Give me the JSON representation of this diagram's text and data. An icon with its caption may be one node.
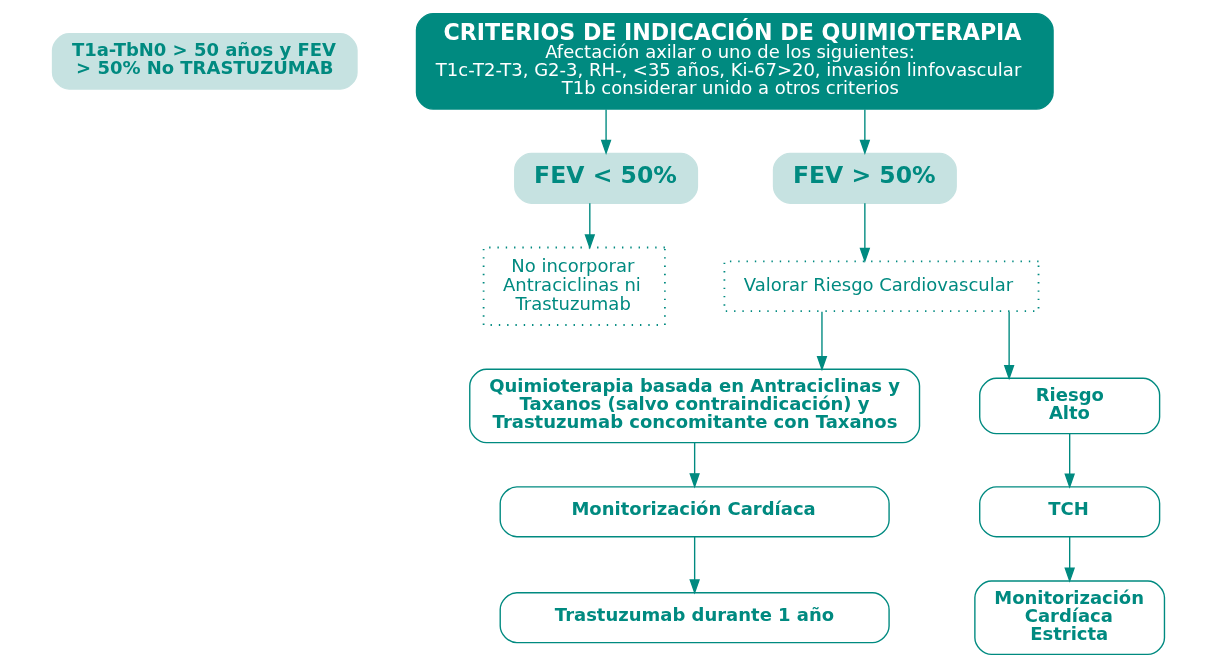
{
  "diagram": {
    "nodes": [
      {
        "text": [
          "T1a-TbN0 > 50 años y FEV > 50% No TRASTUZUMAB"
        ]
      },
      {
        "text": [
          "CRITERIOS DE INDICACIÓN DE QUIMIOTERAPIA",
          "Afectación axilar o uno de los siguientes:",
          "T1c-T2-T3, G2-3, RH-, <35 años, Ki-67>20, invasión linfovascular",
          "T1b considerar unido a otros criterios"
        ]
      },
      {
        "text": [
          "FEV < 50%"
        ]
      },
      {
        "text": [
          "FEV > 50%"
        ]
      },
      {
        "text": [
          "No incorporar Antraciclinas ni Trastuzumab"
        ]
      },
      {
        "text": [
          "Valorar Riesgo Cardiovascular"
        ]
      },
      {
        "text": [
          "Quimioterapia basada en Antraciclinas y Taxanos (salvo contraindicación) y Trastuzumab concomitante con Taxanos"
        ]
      },
      {
        "text": [
          "Riesgo Alto"
        ]
      },
      {
        "text": [
          "Monitorización Cardíaca"
        ]
      },
      {
        "text": [
          "TCH"
        ]
      },
      {
        "text": [
          "Trastuzumab durante 1 año"
        ]
      },
      {
        "text": [
          "Monitorización Cardíaca Estricta"
        ]
      }
    ],
    "edges": [
      {
        "from": 1,
        "to": 2,
        "arrow": "to"
      },
      {
        "from": 1,
        "to": 3,
        "arrow": "to"
      },
      {
        "from": 2,
        "to": 4,
        "arrow": "to"
      },
      {
        "from": 3,
        "to": 5,
        "arrow": "to"
      },
      {
        "from": 5,
        "to": 6,
        "arrow": "to"
      },
      {
        "from": 5,
        "to": 7,
        "arrow": "to"
      },
      {
        "from": 6,
        "to": 8,
        "arrow": "to"
      },
      {
        "from": 8,
        "to": 10,
        "arrow": "to"
      },
      {
        "from": 7,
        "to": 9,
        "arrow": "to"
      },
      {
        "from": 9,
        "to": 11,
        "arrow": "to"
      }
    ]
  }
}
